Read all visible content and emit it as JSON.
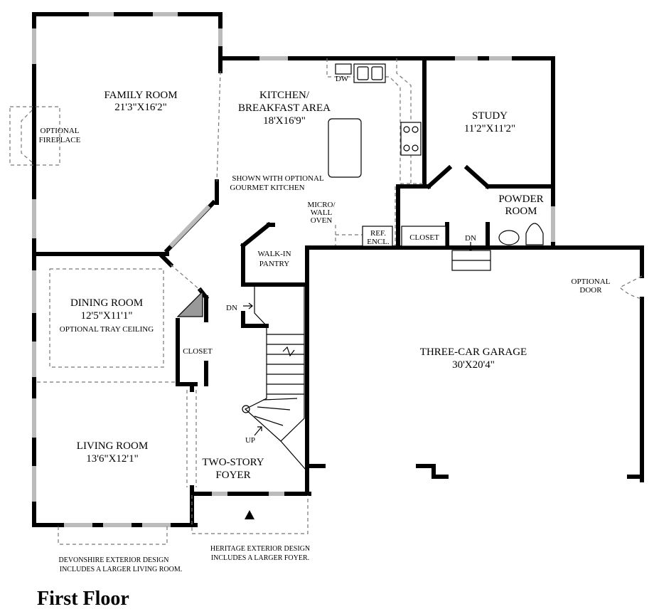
{
  "plan_title": "First Floor",
  "rooms": {
    "family_room": {
      "name": "FAMILY ROOM",
      "size": "21'3\"X16'2\""
    },
    "kitchen": {
      "name_line1": "KITCHEN/",
      "name_line2": "BREAKFAST AREA",
      "size": "18'X16'9\""
    },
    "study": {
      "name": "STUDY",
      "size": "11'2\"X11'2\""
    },
    "powder_room": {
      "name_line1": "POWDER",
      "name_line2": "ROOM"
    },
    "dining_room": {
      "name": "DINING ROOM",
      "size": "12'5\"X11'1\"",
      "note": "OPTIONAL TRAY CEILING"
    },
    "living_room": {
      "name": "LIVING ROOM",
      "size": "13'6\"X12'1\""
    },
    "garage": {
      "name": "THREE-CAR GARAGE",
      "size": "30'X20'4\""
    },
    "foyer": {
      "name_line1": "TWO-STORY",
      "name_line2": "FOYER"
    },
    "pantry": {
      "name_line1": "WALK-IN",
      "name_line2": "PANTRY"
    },
    "closet_main": "CLOSET",
    "closet_hall": "CLOSET"
  },
  "labels": {
    "optional_fireplace_1": "OPTIONAL",
    "optional_fireplace_2": "FIREPLACE",
    "gourmet_1": "SHOWN WITH  OPTIONAL",
    "gourmet_2": "GOURMET KITCHEN",
    "dw": "DW",
    "micro_1": "MICRO/",
    "micro_2": "WALL",
    "micro_3": "OVEN",
    "ref_1": "REF.",
    "ref_2": "ENCL.",
    "dn_garage": "DN",
    "dn_stair": "DN",
    "up_stair": "UP",
    "optional_door_1": "OPTIONAL",
    "optional_door_2": "DOOR",
    "devonshire_1": "DEVONSHIRE EXTERIOR DESIGN",
    "devonshire_2": "INCLUDES A LARGER LIVING ROOM.",
    "heritage_1": "HERITAGE EXTERIOR DESIGN",
    "heritage_2": "INCLUDES A LARGER FOYER."
  }
}
